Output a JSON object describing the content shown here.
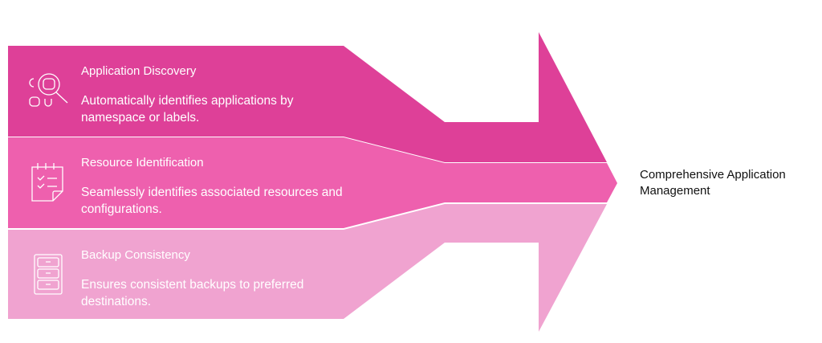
{
  "colors": {
    "top": "#DE4098",
    "middle": "#EE60AE",
    "bottom": "#F0A3D0"
  },
  "stages": [
    {
      "title": "Application Discovery",
      "description": "Automatically identifies applications by namespace or labels.",
      "icon": "search-discovery-icon"
    },
    {
      "title": "Resource Identification",
      "description": "Seamlessly identifies associated resources and configurations.",
      "icon": "checklist-note-icon"
    },
    {
      "title": "Backup Consistency",
      "description": "Ensures consistent backups to preferred destinations.",
      "icon": "file-cabinet-icon"
    }
  ],
  "result": "Comprehensive Application Management"
}
